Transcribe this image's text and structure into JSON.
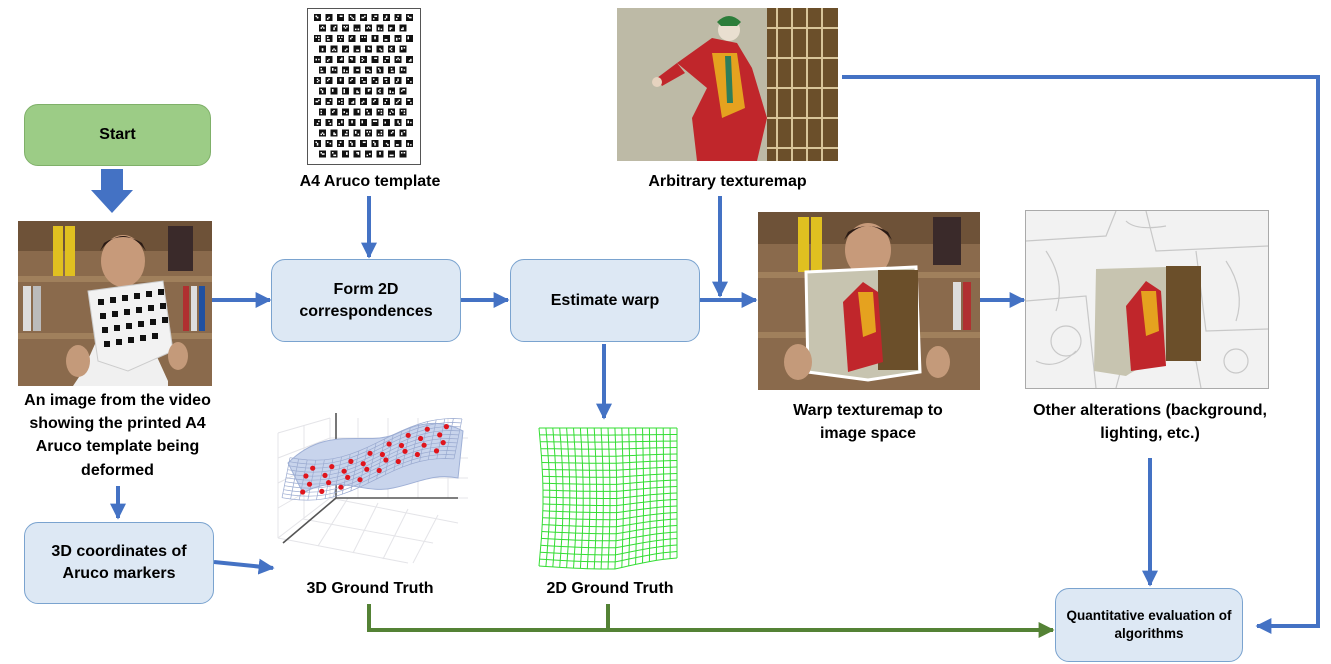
{
  "nodes": {
    "start": "Start",
    "form_2d": "Form 2D correspondences",
    "estimate_warp": "Estimate warp",
    "coords_3d": "3D coordinates of Aruco markers",
    "quant_eval": "Quantitative evaluation of algorithms"
  },
  "captions": {
    "a4_template": "A4 Aruco template",
    "texturemap": "Arbitrary texturemap",
    "video_frame": "An image from the video showing the printed A4 Aruco template being deformed",
    "warp_texturemap": "Warp texturemap to image space",
    "other_alterations": "Other alterations (background, lighting, etc.)",
    "gt_3d": "3D Ground Truth",
    "gt_2d": "2D Ground Truth"
  },
  "colors": {
    "arrow_blue": "#4472c4",
    "arrow_green": "#548235",
    "box_fill": "#dde8f4",
    "start_fill": "#9ccc86",
    "grid_green": "#33dd33",
    "marker_red": "#e0141c"
  }
}
